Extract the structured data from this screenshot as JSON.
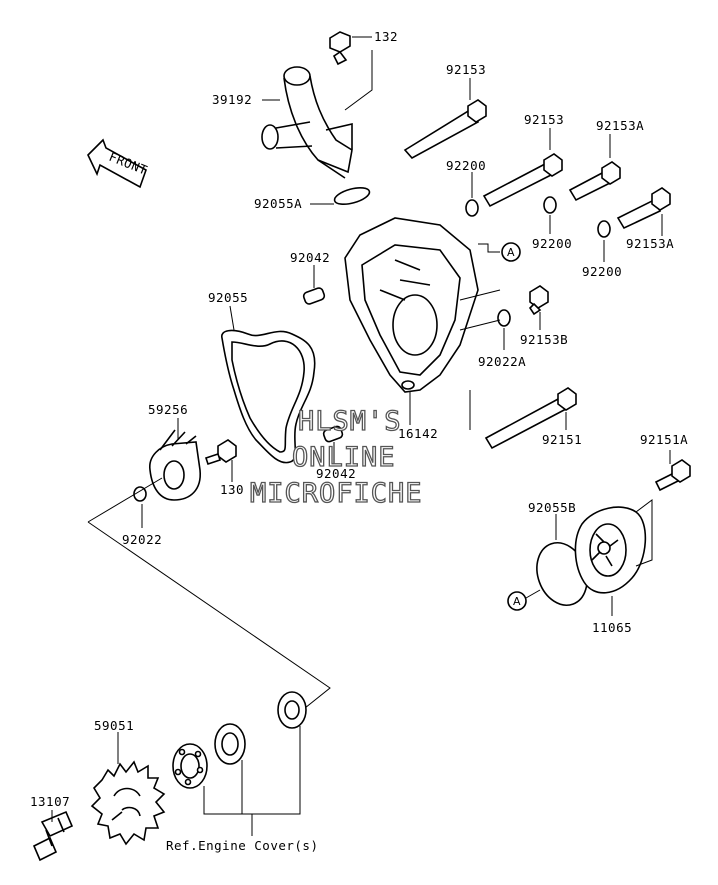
{
  "diagram": {
    "part_labels": {
      "p132": "132",
      "p39192": "39192",
      "p92153_a": "92153",
      "p92153_b": "92153",
      "p92153A_a": "92153A",
      "p92153A_b": "92153A",
      "p92200_a": "92200",
      "p92200_b": "92200",
      "p92200_c": "92200",
      "p92055A": "92055A",
      "p92042_a": "92042",
      "p92042_b": "92042",
      "p92055": "92055",
      "p92153B": "92153B",
      "p92022A": "92022A",
      "p16142": "16142",
      "p59256": "59256",
      "p130": "130",
      "p92022": "92022",
      "p92151": "92151",
      "p92151A": "92151A",
      "p92055B": "92055B",
      "p11065": "11065",
      "p59051": "59051",
      "p13107": "13107"
    },
    "reference_note": "Ref.Engine Cover(s)",
    "front_label": "FRONT",
    "callout_A_1": "A",
    "callout_A_2": "A",
    "watermark": {
      "line1": "HLSM'S",
      "line2": "ONLINE",
      "line3": "MICROFICHE"
    }
  }
}
